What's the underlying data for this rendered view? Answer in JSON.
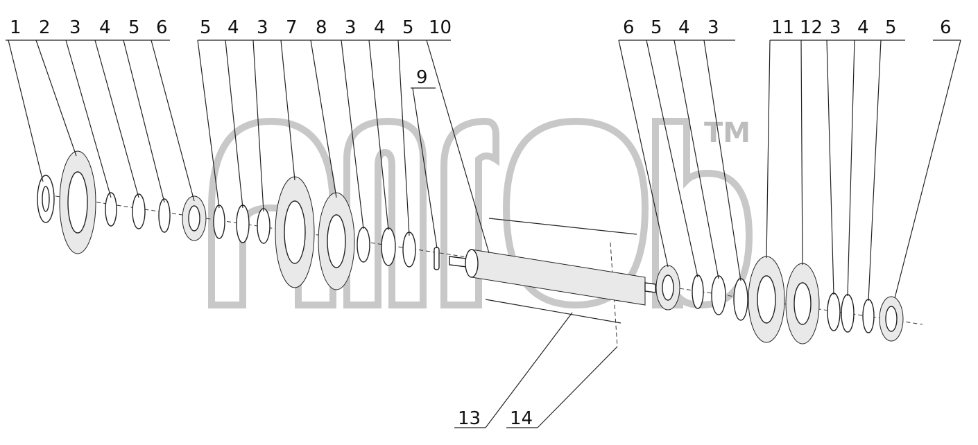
{
  "callouts": {
    "c1": "1",
    "c2": "2",
    "c3a": "3",
    "c4a": "4",
    "c5a": "5",
    "c6a": "6",
    "c5b": "5",
    "c4b": "4",
    "c3b": "3",
    "c7": "7",
    "c8": "8",
    "c3c": "3",
    "c4c": "4",
    "c5c": "5",
    "c10": "10",
    "c9": "9",
    "c6b": "6",
    "c5d": "5",
    "c4d": "4",
    "c3d": "3",
    "c11": "11",
    "c12": "12",
    "c3e": "3",
    "c4e": "4",
    "c5e": "5",
    "c6c": "6",
    "c13": "13",
    "c14": "14"
  },
  "watermark": {
    "trademark": "TM"
  }
}
